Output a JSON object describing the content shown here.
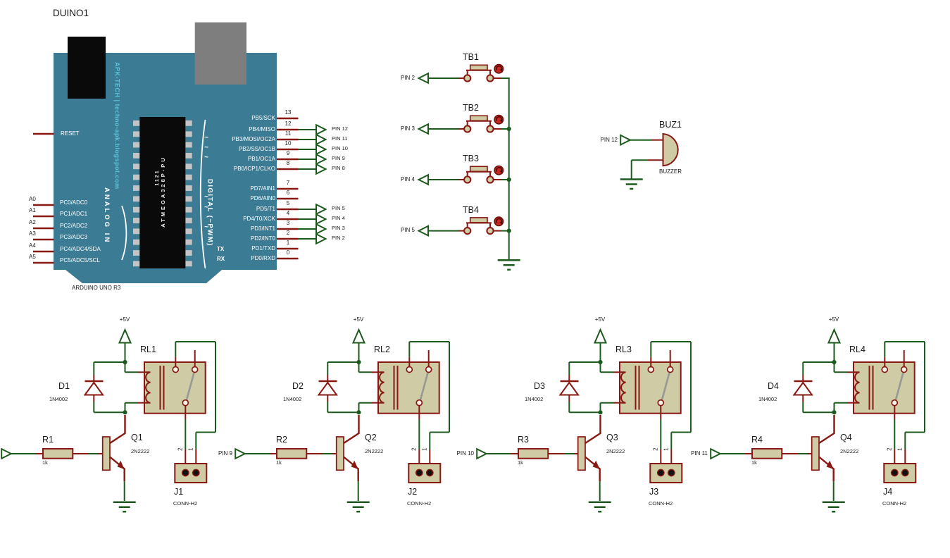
{
  "colors": {
    "board_teal": "#3C7B94",
    "component_tan": "#CFCBA4",
    "outline_maroon": "#871812",
    "wire_green": "#1D5A1D",
    "watermark_cyan": "#5AC3D8"
  },
  "arduino": {
    "ref": "DUINO1",
    "board_label": "ARDUINO UNO R3",
    "reset": "RESET",
    "tx": "TX",
    "rx": "RX",
    "watermark": "APK-TECH | techno-apk.blogspot.com",
    "chip_code": "1121",
    "chip_name": "ATMEGA328P-PU",
    "analog_group": "ANALOG IN",
    "digital_group": "DIGITAL (~PWM)",
    "left_pins": [
      {
        "label": "A0",
        "name": "PC0/ADC0"
      },
      {
        "label": "A1",
        "name": "PC1/ADC1"
      },
      {
        "label": "A2",
        "name": "PC2/ADC2"
      },
      {
        "label": "A3",
        "name": "PC3/ADC3"
      },
      {
        "label": "A4",
        "name": "PC4/ADC4/SDA"
      },
      {
        "label": "A5",
        "name": "PC5/ADC5/SCL"
      }
    ],
    "digital_pins": [
      {
        "num": "13",
        "name": "PB5/SCK",
        "tilde": "",
        "terminal": ""
      },
      {
        "num": "12",
        "name": "PB4/MISO",
        "tilde": "",
        "terminal": "PIN 12"
      },
      {
        "num": "11",
        "name": "PB3/MOSI/OC2A",
        "tilde": "~",
        "terminal": "PIN 11"
      },
      {
        "num": "10",
        "name": "PB2/SS/OC1B",
        "tilde": "~",
        "terminal": "PIN 10"
      },
      {
        "num": "9",
        "name": "PB1/OC1A",
        "tilde": "~",
        "terminal": "PIN 9"
      },
      {
        "num": "8",
        "name": "PB0/ICP1/CLKO",
        "tilde": "",
        "terminal": "PIN 8"
      },
      {
        "num": "7",
        "name": "PD7/AIN1",
        "tilde": "",
        "terminal": ""
      },
      {
        "num": "6",
        "name": "PD6/AIN0",
        "tilde": "~",
        "terminal": ""
      },
      {
        "num": "5",
        "name": "PD5/T1",
        "tilde": "~",
        "terminal": "PIN 5"
      },
      {
        "num": "4",
        "name": "PD4/T0/XCK",
        "tilde": "",
        "terminal": "PIN 4"
      },
      {
        "num": "3",
        "name": "PD3/INT1",
        "tilde": "~",
        "terminal": "PIN 3"
      },
      {
        "num": "2",
        "name": "PD2/INT0",
        "tilde": "",
        "terminal": "PIN 2"
      },
      {
        "num": "1",
        "name": "PD1/TXD",
        "tilde": "",
        "terminal": ""
      },
      {
        "num": "0",
        "name": "PD0/RXD",
        "tilde": "",
        "terminal": ""
      }
    ]
  },
  "buttons": [
    {
      "ref": "TB1",
      "pin": "PIN 2"
    },
    {
      "ref": "TB2",
      "pin": "PIN 3"
    },
    {
      "ref": "TB3",
      "pin": "PIN 4"
    },
    {
      "ref": "TB4",
      "pin": "PIN 5"
    }
  ],
  "buzzer": {
    "ref": "BUZ1",
    "value": "BUZZER",
    "pin": "PIN 12"
  },
  "relays": [
    {
      "input": "",
      "supply": "+5V",
      "rl": "RL1",
      "d": "D1",
      "d_value": "1N4002",
      "r": "R1",
      "r_value": "1k",
      "q": "Q1",
      "q_value": "2N2222",
      "j": "J1",
      "j_value": "CONN-H2",
      "jpin1": "1",
      "jpin2": "2"
    },
    {
      "input": "PIN 9",
      "supply": "+5V",
      "rl": "RL2",
      "d": "D2",
      "d_value": "1N4002",
      "r": "R2",
      "r_value": "1k",
      "q": "Q2",
      "q_value": "2N2222",
      "j": "J2",
      "j_value": "CONN-H2",
      "jpin1": "1",
      "jpin2": "2"
    },
    {
      "input": "PIN 10",
      "supply": "+5V",
      "rl": "RL3",
      "d": "D3",
      "d_value": "1N4002",
      "r": "R3",
      "r_value": "1k",
      "q": "Q3",
      "q_value": "2N2222",
      "j": "J3",
      "j_value": "CONN-H2",
      "jpin1": "1",
      "jpin2": "2"
    },
    {
      "input": "PIN 11",
      "supply": "+5V",
      "rl": "RL4",
      "d": "D4",
      "d_value": "1N4002",
      "r": "R4",
      "r_value": "1k",
      "q": "Q4",
      "q_value": "2N2222",
      "j": "J4",
      "j_value": "CONN-H2",
      "jpin1": "1",
      "jpin2": "2"
    }
  ]
}
